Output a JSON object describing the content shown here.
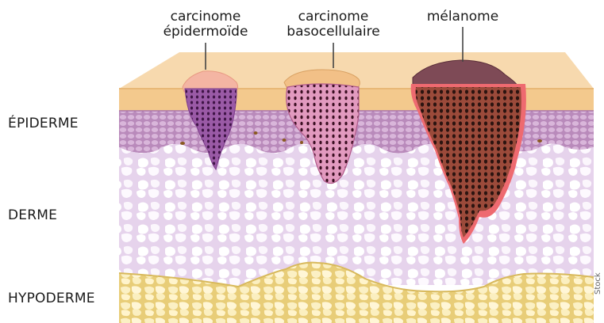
{
  "tumor_labels": {
    "carcinome_epidermoide": [
      "carcinome",
      "épidermoïde"
    ],
    "carcinome_basocellulaire": [
      "carcinome",
      "basocellulaire"
    ],
    "melanome": "mélanome"
  },
  "layer_labels": {
    "epiderme": "ÉPIDERME",
    "derme": "DERME",
    "hypoderme": "HYPODERME"
  },
  "credit": "Stock",
  "colors": {
    "skin_surface": "#f7d9ae",
    "epidermis": "#c79bc7",
    "dermis": "#ebdcf0",
    "dermis_cell": "#ffffff",
    "hypodermis_fat": "#f6e6a3",
    "squamous_tumor": "#8e4a9c",
    "basal_tumor": "#d57fae",
    "melanoma": "#8a4030",
    "melanoma_rim": "#ee6a70",
    "leader_line": "#444444"
  }
}
